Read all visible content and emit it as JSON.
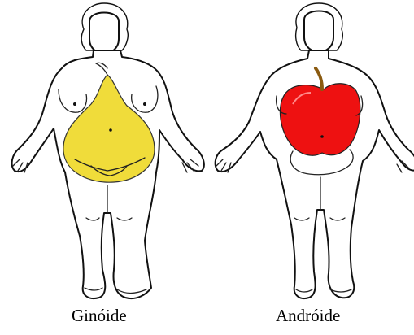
{
  "labels": {
    "left": "Ginóide",
    "right": "Andróide"
  },
  "colors": {
    "pear": "#f0dc3a",
    "apple": "#ee1111",
    "stem": "#8a5a10",
    "outline": "#111111",
    "background": "#ffffff"
  },
  "figures": [
    {
      "body_shape": "gynoid",
      "fruit": "pear"
    },
    {
      "body_shape": "android",
      "fruit": "apple"
    }
  ]
}
